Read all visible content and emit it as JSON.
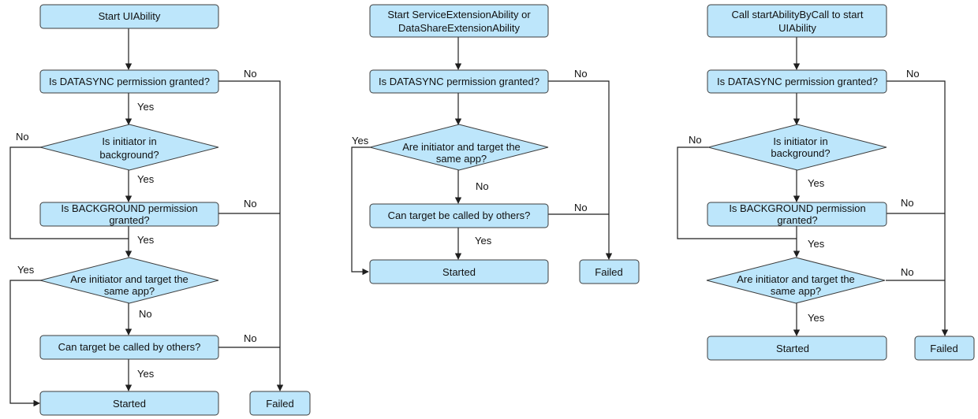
{
  "flow1": {
    "start": "Start UIAbility",
    "datasync": "Is DATASYNC permission granted?",
    "background_l1": "Is initiator in",
    "background_l2": "background?",
    "bgperm_l1": "Is BACKGROUND permission",
    "bgperm_l2": "granted?",
    "sameapp_l1": "Are initiator and target the",
    "sameapp_l2": "same app?",
    "called": "Can target be called by others?",
    "started": "Started",
    "failed": "Failed"
  },
  "flow2": {
    "start_l1": "Start ServiceExtensionAbility or",
    "start_l2": "DataShareExtensionAbility",
    "datasync": "Is DATASYNC permission granted?",
    "sameapp_l1": "Are initiator and target the",
    "sameapp_l2": "same app?",
    "called": "Can target be called by others?",
    "started": "Started",
    "failed": "Failed"
  },
  "flow3": {
    "start_l1": "Call startAbilityByCall to start",
    "start_l2": "UIAbility",
    "datasync": "Is DATASYNC permission granted?",
    "background_l1": "Is initiator in",
    "background_l2": "background?",
    "bgperm_l1": "Is BACKGROUND permission",
    "bgperm_l2": "granted?",
    "sameapp_l1": "Are initiator and target the",
    "sameapp_l2": "same app?",
    "started": "Started",
    "failed": "Failed"
  },
  "labels": {
    "yes": "Yes",
    "no": "No"
  },
  "colors": {
    "node_fill": "#bde6fb",
    "stroke": "#3c3c3c",
    "line": "#1f1f1f"
  }
}
